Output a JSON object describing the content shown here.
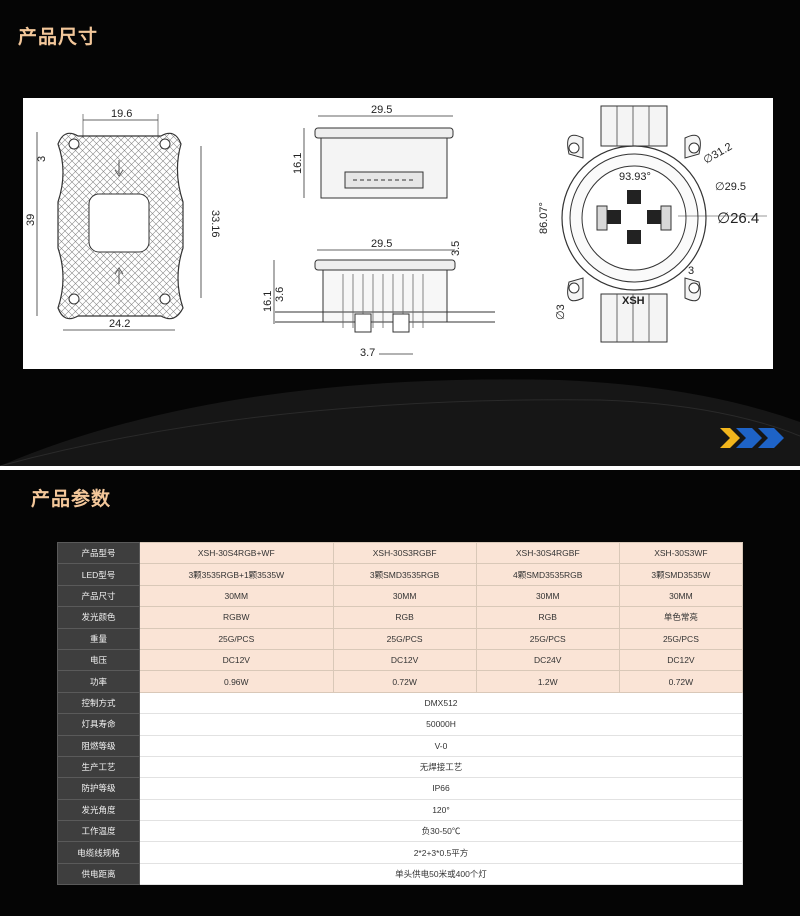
{
  "section1": {
    "title": "产品尺寸",
    "dimensions": {
      "top_width": "19.6",
      "hole": "3",
      "left_height": "39",
      "inner_height": "33.16",
      "bottom_width": "24.2",
      "side_width": "29.5",
      "side_height": "16.1",
      "front_width": "29.5",
      "front_right": "3.5",
      "front_left_height": "16.1",
      "front_left_inner": "3.6",
      "front_bottom": "3.7",
      "angle": "93.93°",
      "d1": "∅31.2",
      "d2": "∅29.5",
      "d3": "∅26.4",
      "circle_height": "86.07°",
      "hole2": "3",
      "hole3": "∅3",
      "brand": "XSH"
    }
  },
  "section2": {
    "title": "产品参数",
    "rows": [
      {
        "label": "产品型号",
        "values": [
          "XSH-30S4RGB+WF",
          "XSH-30S3RGBF",
          "XSH-30S4RGBF",
          "XSH-30S3WF"
        ]
      },
      {
        "label": "LED型号",
        "values": [
          "3颗3535RGB+1颗3535W",
          "3颗SMD3535RGB",
          "4颗SMD3535RGB",
          "3颗SMD3535W"
        ]
      },
      {
        "label": "产品尺寸",
        "values": [
          "30MM",
          "30MM",
          "30MM",
          "30MM"
        ]
      },
      {
        "label": "发光颜色",
        "values": [
          "RGBW",
          "RGB",
          "RGB",
          "单色常亮"
        ]
      },
      {
        "label": "重量",
        "values": [
          "25G/PCS",
          "25G/PCS",
          "25G/PCS",
          "25G/PCS"
        ]
      },
      {
        "label": "电压",
        "values": [
          "DC12V",
          "DC12V",
          "DC24V",
          "DC12V"
        ]
      },
      {
        "label": "功率",
        "values": [
          "0.96W",
          "0.72W",
          "1.2W",
          "0.72W"
        ]
      }
    ],
    "shared_rows": [
      {
        "label": "控制方式",
        "value": "DMX512"
      },
      {
        "label": "灯具寿命",
        "value": "50000H"
      },
      {
        "label": "阻燃等级",
        "value": "V-0"
      },
      {
        "label": "生产工艺",
        "value": "无焊接工艺"
      },
      {
        "label": "防护等级",
        "value": "IP66"
      },
      {
        "label": "发光角度",
        "value": "120°"
      },
      {
        "label": "工作温度",
        "value": "负30-50℃"
      },
      {
        "label": "电缆线规格",
        "value": "2*2+3*0.5平方"
      },
      {
        "label": "供电距离",
        "value": "单头供电50米或400个灯"
      }
    ]
  }
}
